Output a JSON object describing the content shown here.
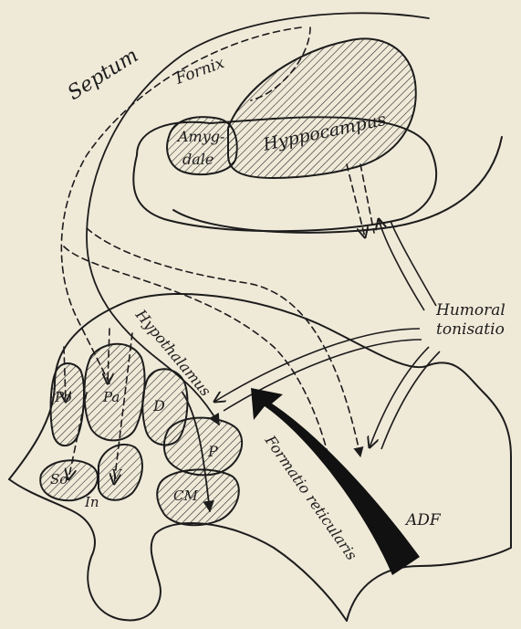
{
  "labels": {
    "septum": "Septum",
    "fornix": "Fornix",
    "amygdale_line1": "Amyg-",
    "amygdale_line2": "dale",
    "hyppocampus": "Hyppocampus",
    "hypothalamus": "Hypothalamus",
    "humoral_line1": "Humoral",
    "humoral_line2": "tonisatio",
    "formatio_reticularis": "Formatio reticularis",
    "adf": "ADF",
    "po": "Po",
    "pa": "Pa",
    "d": "D",
    "v": "V",
    "so": "So",
    "in": "In",
    "p": "P",
    "cm": "CM"
  },
  "colors": {
    "background": "#efe9d8",
    "ink": "#1c1c1c"
  }
}
